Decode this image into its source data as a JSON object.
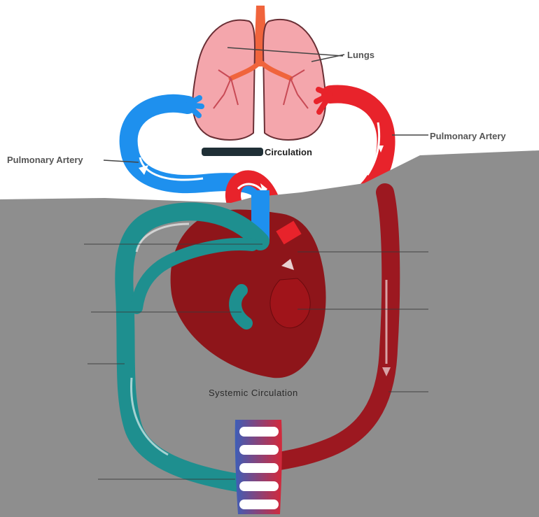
{
  "diagram": {
    "labels": {
      "lungs": "Lungs",
      "pulmonary_artery_left": "Pulmonary Artery",
      "pulmonary_artery_right": "Pulmonary Artery",
      "pulmonary_circulation": "Circulation",
      "systemic_circulation": "Systemic Circulation"
    },
    "colors": {
      "oxygenated": "#e8232b",
      "deoxygenated": "#1e90ee",
      "lung_fill": "#f4a6ac",
      "heart": "#8e0f14",
      "systemic_return": "#1e8f8f",
      "gray_overlay": "#8e8e8e"
    }
  }
}
